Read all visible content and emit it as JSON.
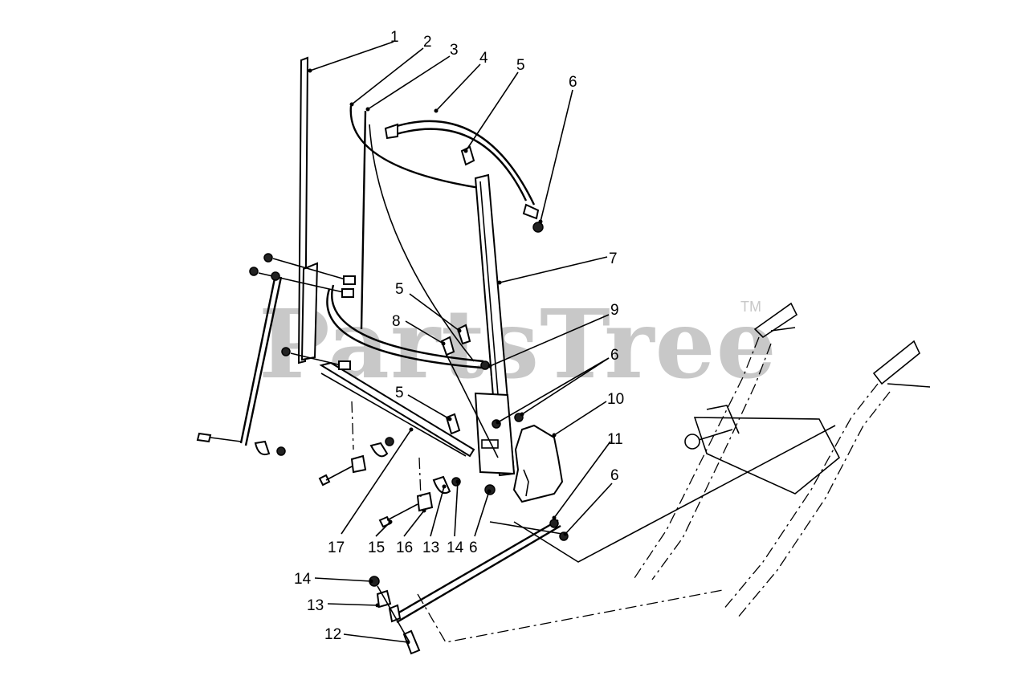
{
  "watermark": {
    "text": "PartsTree",
    "trademark": "TM"
  },
  "callouts": [
    {
      "id": "1",
      "label": "1"
    },
    {
      "id": "2",
      "label": "2"
    },
    {
      "id": "3",
      "label": "3"
    },
    {
      "id": "4",
      "label": "4"
    },
    {
      "id": "5a",
      "label": "5"
    },
    {
      "id": "6a",
      "label": "6"
    },
    {
      "id": "7",
      "label": "7"
    },
    {
      "id": "5b",
      "label": "5"
    },
    {
      "id": "8",
      "label": "8"
    },
    {
      "id": "9",
      "label": "9"
    },
    {
      "id": "6b",
      "label": "6"
    },
    {
      "id": "5c",
      "label": "5"
    },
    {
      "id": "10",
      "label": "10"
    },
    {
      "id": "11",
      "label": "11"
    },
    {
      "id": "6c",
      "label": "6"
    },
    {
      "id": "17",
      "label": "17"
    },
    {
      "id": "15",
      "label": "15"
    },
    {
      "id": "16",
      "label": "16"
    },
    {
      "id": "13a",
      "label": "13"
    },
    {
      "id": "14a",
      "label": "14"
    },
    {
      "id": "6d",
      "label": "6"
    },
    {
      "id": "14b",
      "label": "14"
    },
    {
      "id": "13b",
      "label": "13"
    },
    {
      "id": "12",
      "label": "12"
    }
  ]
}
